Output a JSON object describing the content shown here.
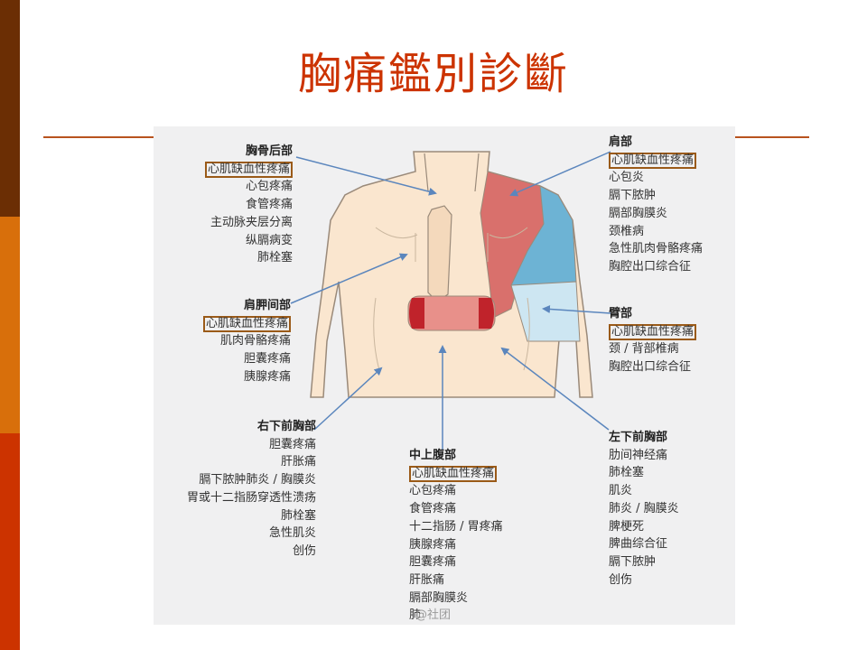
{
  "title": "胸痛鑑別診斷",
  "colors": {
    "sidebar_top": "#6b2e04",
    "sidebar_mid": "#d86f0b",
    "sidebar_bottom": "#cc3300",
    "title": "#cc3300",
    "rule": "#b8531e",
    "highlight_border": "#9a5a18",
    "pain_red": "#d9706c",
    "pain_blue": "#6db3d4",
    "pain_lightblue": "#cde6f2",
    "epigastric_center": "#e8908a",
    "epigastric_side": "#c0232b",
    "arrow": "#5b86bd",
    "skin": "#fae6cf",
    "outline": "#9a8a7a"
  },
  "groups": [
    {
      "id": "retrosternal",
      "heading": "胸骨后部",
      "highlight": "心肌缺血性疼痛",
      "items": [
        "心包疼痛",
        "食管疼痛",
        "主动脉夹层分离",
        "纵膈病变",
        "肺栓塞"
      ]
    },
    {
      "id": "interscapular",
      "heading": "肩胛间部",
      "highlight": "心肌缺血性疼痛",
      "items": [
        "肌肉骨骼疼痛",
        "胆囊疼痛",
        "胰腺疼痛"
      ]
    },
    {
      "id": "right-lower-chest",
      "heading": "右下前胸部",
      "highlight": "",
      "items": [
        "胆囊疼痛",
        "肝胀痛",
        "膈下脓肿肺炎 / 胸膜炎",
        "胃或十二指肠穿透性溃疡",
        "肺栓塞",
        "急性肌炎",
        "创伤"
      ]
    },
    {
      "id": "epigastric",
      "heading": "中上腹部",
      "highlight": "心肌缺血性疼痛",
      "items": [
        "心包疼痛",
        "食管疼痛",
        "十二指肠 / 胃疼痛",
        "胰腺疼痛",
        "胆囊疼痛",
        "肝胀痛",
        "膈部胸膜炎",
        "肺"
      ]
    },
    {
      "id": "shoulder",
      "heading": "肩部",
      "highlight": "心肌缺血性疼痛",
      "items": [
        "心包炎",
        "膈下脓肿",
        "膈部胸膜炎",
        "颈椎病",
        "急性肌肉骨骼疼痛",
        "胸腔出口综合征"
      ]
    },
    {
      "id": "arm",
      "heading": "臂部",
      "highlight": "心肌缺血性疼痛",
      "items": [
        "颈 / 背部椎病",
        "胸腔出口综合征"
      ]
    },
    {
      "id": "left-lower-chest",
      "heading": "左下前胸部",
      "highlight": "",
      "items": [
        "肋间神经痛",
        "肺栓塞",
        "肌炎",
        "肺炎 / 胸膜炎",
        "脾梗死",
        "脾曲综合征",
        "膈下脓肿",
        "创伤"
      ]
    }
  ],
  "watermark": "@社团"
}
